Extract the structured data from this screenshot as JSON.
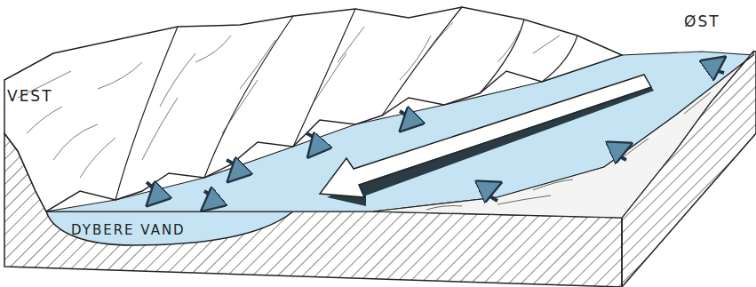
{
  "diagram": {
    "labels": [
      "VEST",
      "ØST",
      "DYBERE VAND"
    ]
  }
}
